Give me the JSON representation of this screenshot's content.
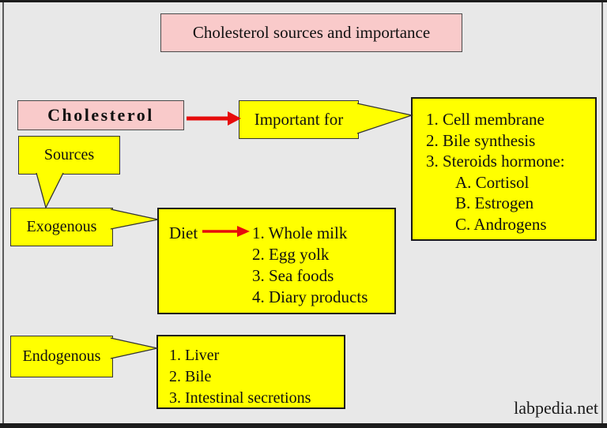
{
  "page": {
    "title": "Cholesterol sources and importance",
    "watermark": "labpedia.net"
  },
  "colors": {
    "background": "#e8e8e8",
    "pink_box": "#f9caca",
    "yellow_box": "#ffff00",
    "arrow_red": "#e60c0c",
    "border_dark": "#333333"
  },
  "nodes": {
    "cholesterol": {
      "label": "Cholesterol"
    },
    "important_for": {
      "label": "Important for"
    },
    "importance_list": {
      "items": [
        "1. Cell membrane",
        "2. Bile synthesis",
        "3. Steroids hormone:",
        "A. Cortisol",
        "B. Estrogen",
        "C. Androgens"
      ]
    },
    "sources": {
      "label": "Sources"
    },
    "exogenous": {
      "label": "Exogenous"
    },
    "diet": {
      "label": "Diet",
      "items": [
        "1. Whole milk",
        "2. Egg yolk",
        "3. Sea foods",
        "4. Diary products"
      ]
    },
    "endogenous": {
      "label": "Endogenous"
    },
    "endogenous_list": {
      "items": [
        "1. Liver",
        "2. Bile",
        "3. Intestinal secretions"
      ]
    }
  }
}
